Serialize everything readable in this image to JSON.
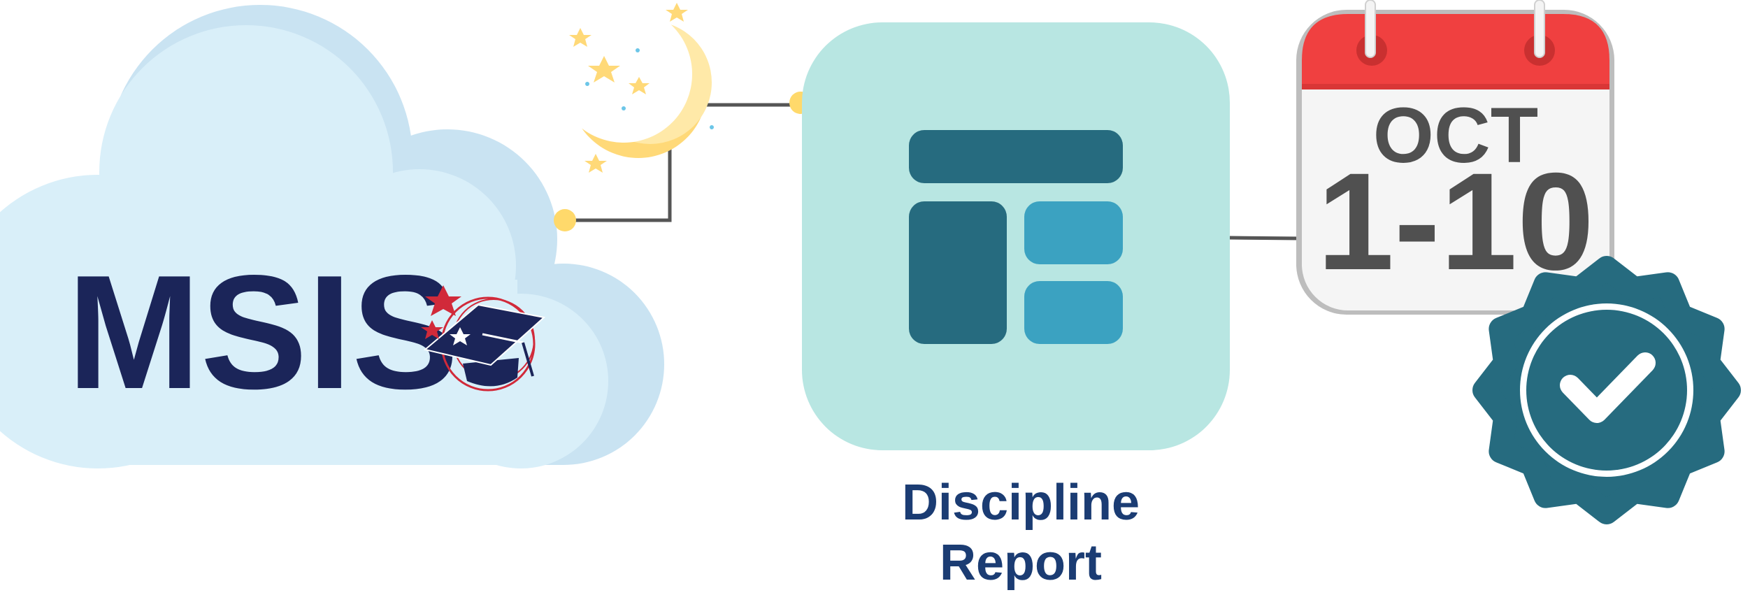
{
  "diagram": {
    "source": {
      "name": "MSIS",
      "text_color": "#1b2559",
      "cloud_color": "#d9eff9",
      "cloud_shadow_color": "#c9e3f2"
    },
    "schedule": {
      "icon": "moon-and-stars-icon",
      "moon_color": "#ffd978"
    },
    "report": {
      "icon": "dashboard-layout-icon",
      "title_line1": "Discipline",
      "title_line2": "Report",
      "title_color": "#1b3c73",
      "tile_color": "#b8e6e2",
      "block_dark": "#266b7f",
      "block_light": "#3ba2c1"
    },
    "calendar": {
      "icon": "calendar-icon",
      "month": "OCT",
      "days": "1-10",
      "header_color": "#f04040",
      "text_color": "#505050"
    },
    "status": {
      "icon": "verified-badge-icon",
      "badge_color": "#266b7f"
    },
    "connector_color": "#555555",
    "node_color": "#ffd96b"
  }
}
